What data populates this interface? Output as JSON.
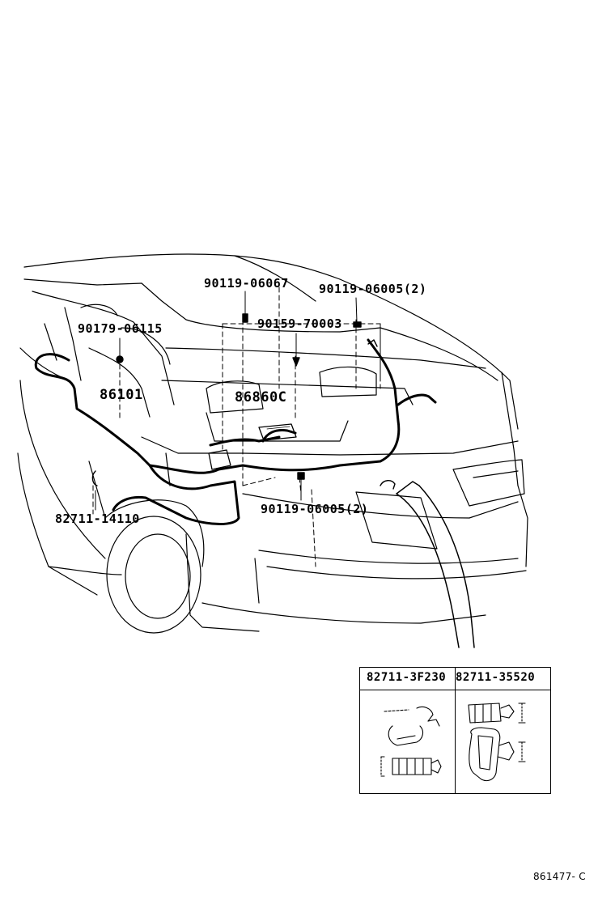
{
  "labels": {
    "p90119_06067": "90119-06067",
    "p90119_06005_top": "90119-06005(2)",
    "p90159_70003": "90159-70003",
    "p90179_06115": "90179-06115",
    "p86101": "86101",
    "p86860C": "86860C",
    "p82711_14110": "82711-14110",
    "p90119_06005_bottom": "90119-06005(2)"
  },
  "inset": {
    "left_part": "82711-3F230",
    "right_part": "82711-35520"
  },
  "diagram_id": "861477- C"
}
